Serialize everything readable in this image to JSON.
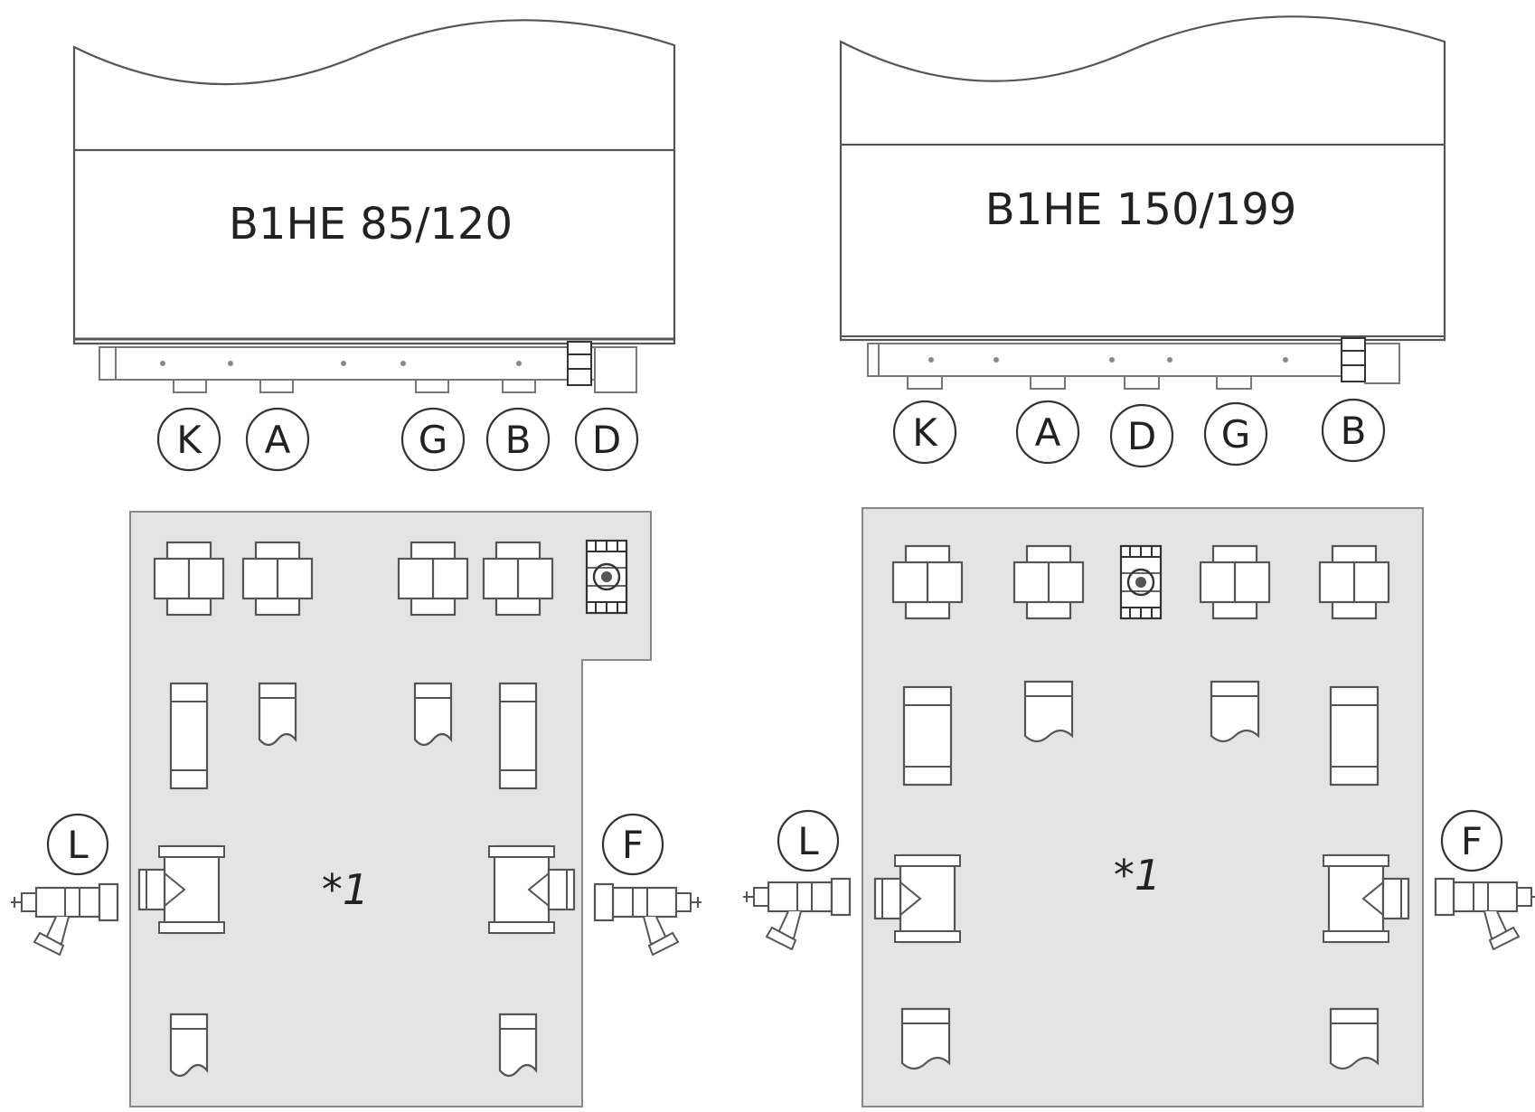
{
  "left_unit": {
    "model": "B1HE 85/120",
    "top_connections": [
      "K",
      "A",
      "G",
      "B",
      "D"
    ],
    "side_connections": {
      "left": "L",
      "right": "F"
    },
    "note": "*1"
  },
  "right_unit": {
    "model": "B1HE 150/199",
    "top_connections": [
      "K",
      "A",
      "D",
      "G",
      "B"
    ],
    "side_connections": {
      "left": "L",
      "right": "F"
    },
    "note": "*1"
  },
  "colors": {
    "line": "#555555",
    "panel_fill": "#e4e4e4",
    "housing_fill": "#ffffff",
    "text": "#222222"
  }
}
